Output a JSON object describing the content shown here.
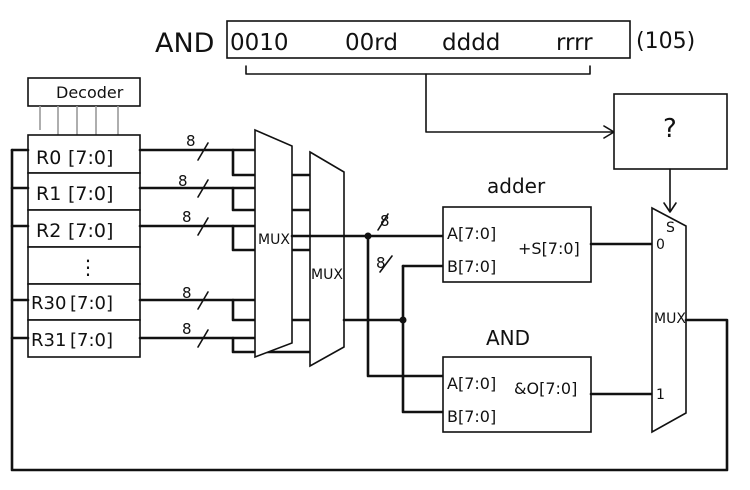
{
  "instruction": {
    "mnemonic": "AND",
    "fields": [
      "0010",
      "00rd",
      "dddd",
      "rrrr"
    ],
    "suffix": "(105)"
  },
  "unknown_box": {
    "label": "?"
  },
  "decoder": {
    "label": "Decoder"
  },
  "registers": [
    {
      "name": "R0",
      "range": "[7:0]"
    },
    {
      "name": "R1",
      "range": "[7:0]"
    },
    {
      "name": "R2",
      "range": "[7:0]"
    },
    {
      "name": "ellipsis",
      "range": "⋮"
    },
    {
      "name": "R30",
      "range": "[7:0]"
    },
    {
      "name": "R31",
      "range": "[7:0]"
    }
  ],
  "bus_width": "8",
  "mux_label": "MUX",
  "adder": {
    "title": "adder",
    "in_a": "A[7:0]",
    "in_b": "B[7:0]",
    "out": "+S[7:0]"
  },
  "and_unit": {
    "title": "AND",
    "in_a": "A[7:0]",
    "in_b": "B[7:0]",
    "out": "&O[7:0]"
  },
  "out_mux": {
    "label": "MUX",
    "select": "S",
    "input0": "0",
    "input1": "1"
  }
}
